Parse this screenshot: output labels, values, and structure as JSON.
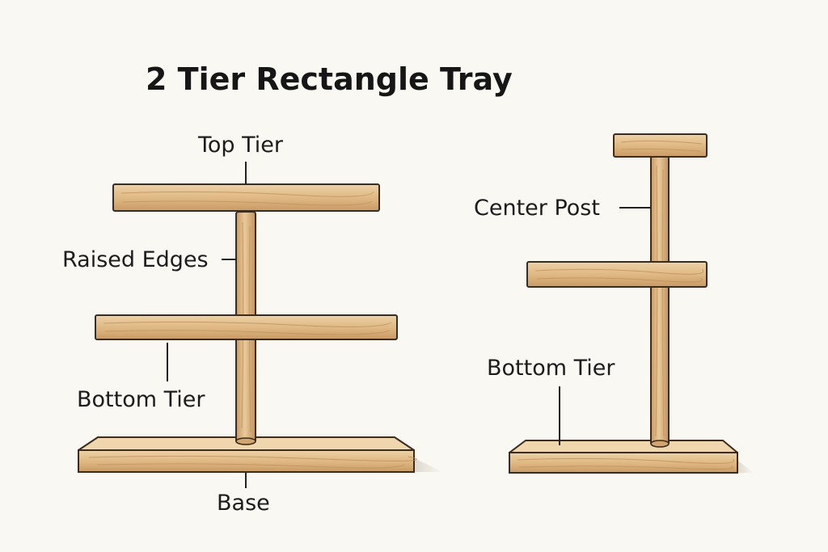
{
  "title": "2 Tier Rectangle Tray",
  "left_diagram": {
    "labels": {
      "top_tier": "Top Tier",
      "raised_edges": "Raised Edges",
      "bottom_tier": "Bottom Tier",
      "base": "Base"
    }
  },
  "right_diagram": {
    "labels": {
      "center_post": "Center Post",
      "bottom_tier": "Bottom Tier"
    }
  },
  "colors": {
    "wood_light": "#e9c99a",
    "wood_mid": "#d9ae77",
    "wood_dark": "#b98a55",
    "outline": "#3a2c1e",
    "background": "#faf8f3"
  }
}
